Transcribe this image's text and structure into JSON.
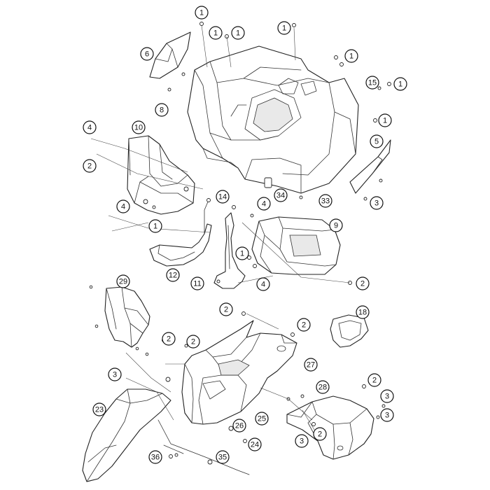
{
  "diagram": {
    "parts": [
      {
        "id": "p1",
        "label": "1"
      },
      {
        "id": "p2",
        "label": "2"
      },
      {
        "id": "p3",
        "label": "3"
      },
      {
        "id": "p4",
        "label": "4"
      },
      {
        "id": "p5",
        "label": "5"
      },
      {
        "id": "p6",
        "label": "6"
      },
      {
        "id": "p8",
        "label": "8"
      },
      {
        "id": "p9",
        "label": "9"
      },
      {
        "id": "p10",
        "label": "10"
      },
      {
        "id": "p11",
        "label": "11"
      },
      {
        "id": "p12",
        "label": "12"
      },
      {
        "id": "p14",
        "label": "14"
      },
      {
        "id": "p15",
        "label": "15"
      },
      {
        "id": "p18",
        "label": "18"
      },
      {
        "id": "p23",
        "label": "23"
      },
      {
        "id": "p24",
        "label": "24"
      },
      {
        "id": "p25",
        "label": "25"
      },
      {
        "id": "p26",
        "label": "26"
      },
      {
        "id": "p27",
        "label": "27"
      },
      {
        "id": "p28",
        "label": "28"
      },
      {
        "id": "p29",
        "label": "29"
      },
      {
        "id": "p33",
        "label": "33"
      },
      {
        "id": "p34",
        "label": "34"
      },
      {
        "id": "p35",
        "label": "35"
      },
      {
        "id": "p36",
        "label": "36"
      }
    ]
  }
}
